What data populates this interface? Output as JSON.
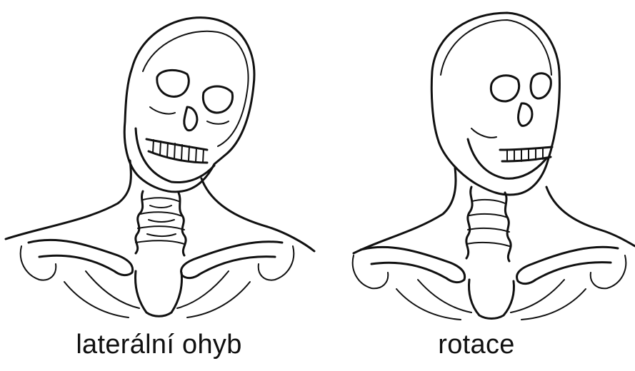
{
  "figures": [
    {
      "id": "lateral",
      "caption": "laterální ohyb",
      "illustration": "skeleton-head-lateral-flexion"
    },
    {
      "id": "rotation",
      "caption": "rotace",
      "illustration": "skeleton-head-rotation"
    }
  ],
  "colors": {
    "ink": "#111111",
    "background": "#ffffff"
  }
}
